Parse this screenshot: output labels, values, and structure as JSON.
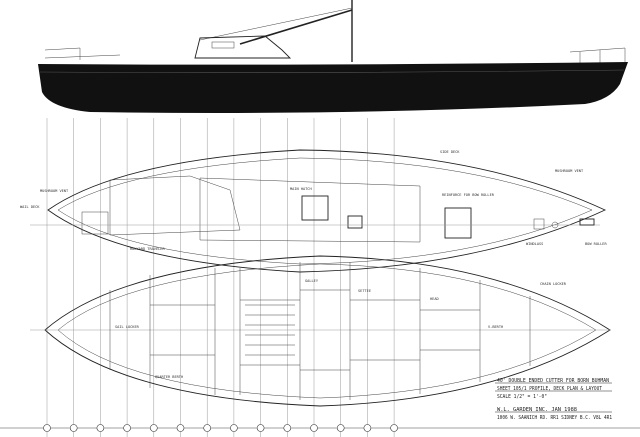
{
  "drawing": {
    "title_block": {
      "line1": "40' DOUBLE ENDED CUTTER FOR BORN BUHMAN",
      "line2": "SHEET 105/1 PROFILE, DECK PLAN & LAYOUT",
      "line3": "SCALE 1/2\" = 1'-0\"",
      "line4": "W.L. GARDEN INC.  JAN 1988",
      "line5": "1006 W. SAANICH RD. RR1 SIDNEY B.C. V8L 4R1"
    },
    "deck_labels": [
      "MUSHROOM VENT",
      "WAIL DECK",
      "HALYARD TRAVELER",
      "REINFORCE FOR BOW ROLLER",
      "SIDE DECK",
      "WINDLASS",
      "MUSHROOM VENT",
      "BOW ROLLER",
      "MAIN HATCH"
    ],
    "layout_labels": [
      "SAIL LOCKER",
      "V-BERTH",
      "HEAD",
      "GALLEY",
      "SETTEE",
      "CHAIN LOCKER",
      "QUARTER BERTH"
    ],
    "colors": {
      "ink": "#111111",
      "paper": "#ffffff",
      "grid": "#999999"
    }
  }
}
